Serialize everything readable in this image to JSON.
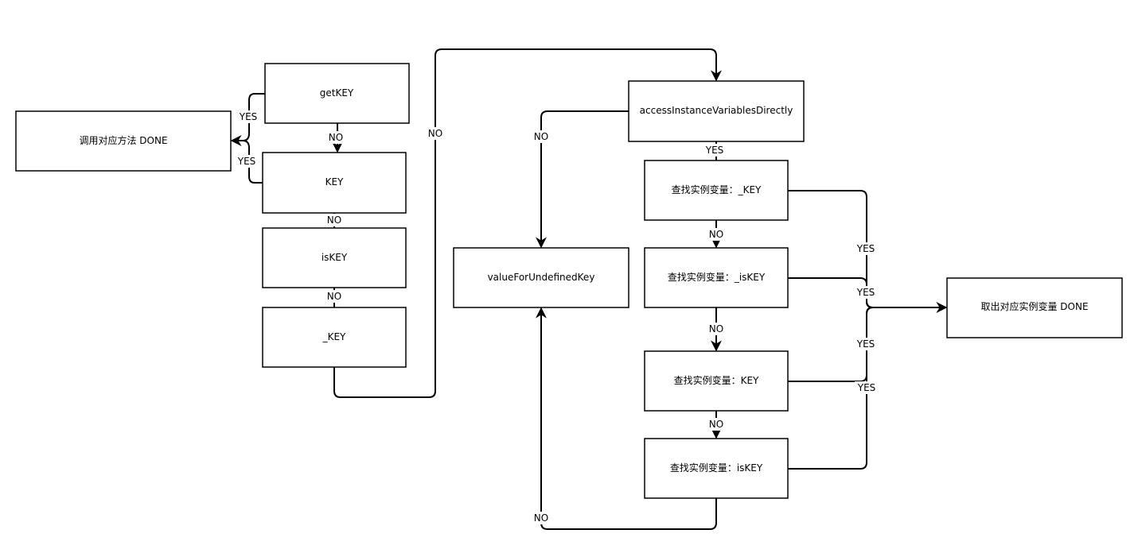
{
  "nodes": {
    "done_call": "调用对应方法 DONE",
    "getKEY": "getKEY",
    "KEY": "KEY",
    "isKEY": "isKEY",
    "_KEY": "_KEY",
    "access": "accessInstanceVariablesDirectly",
    "undefined": "valueForUndefinedKey",
    "find_KEY": "查找实例变量：_KEY",
    "find_isKEY": "查找实例变量：_isKEY",
    "findKEY": "查找实例变量：KEY",
    "findisKEY": "查找实例变量：isKEY",
    "done_take": "取出对应实例变量 DONE"
  },
  "labels": {
    "yes": "YES",
    "no": "NO"
  },
  "colors": {
    "stroke": "#000000",
    "background": "#ffffff"
  }
}
